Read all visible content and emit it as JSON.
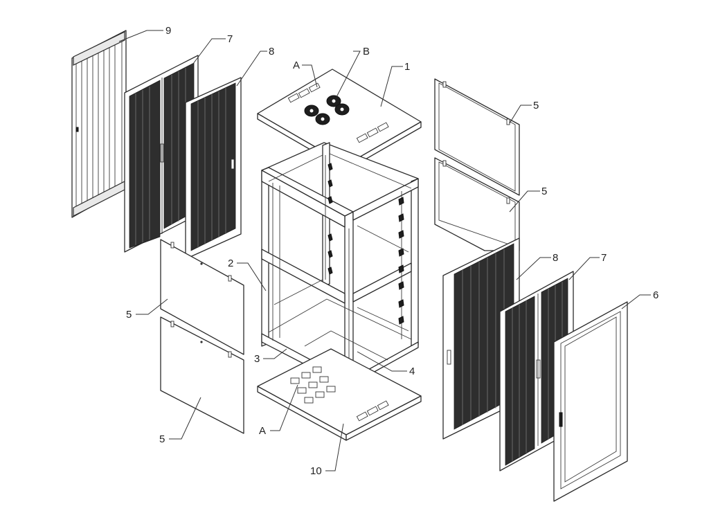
{
  "callouts": {
    "c9": "9",
    "c7_left": "7",
    "c8_left": "8",
    "cA_top": "A",
    "cB_top": "B",
    "c1": "1",
    "c5_right_upper": "5",
    "c5_right_lower": "5",
    "c2": "2",
    "c5_left_upper": "5",
    "c3": "3",
    "c4": "4",
    "c8_right": "8",
    "c7_right": "7",
    "c6": "6",
    "c5_left_lower": "5",
    "cA_bottom": "A",
    "c10": "10"
  }
}
